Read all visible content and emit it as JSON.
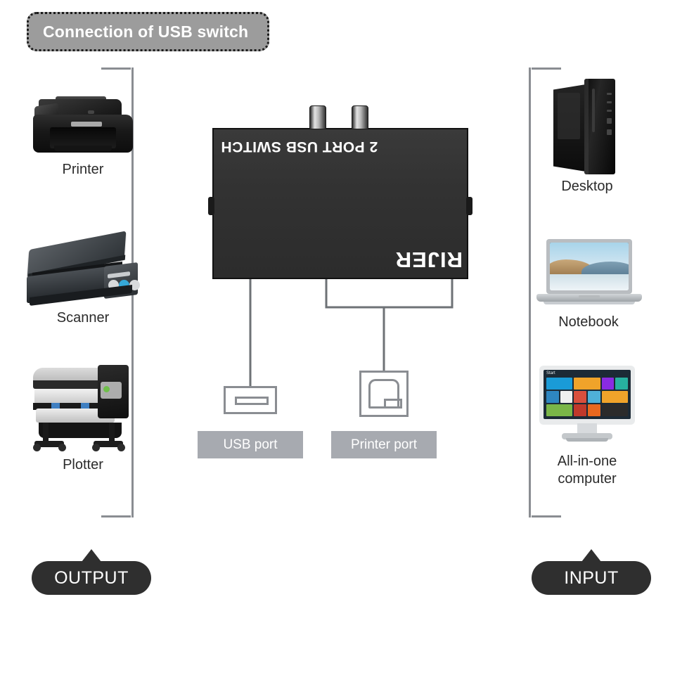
{
  "title": {
    "text": "Connection of USB switch",
    "bg_color": "#9c9c9c",
    "text_color": "#ffffff"
  },
  "device": {
    "model_label": "2 PORT USB SWITCH",
    "brand_label": "RIJER",
    "body_color": "#323232",
    "orientation": "rotated-180",
    "knob_count": 2,
    "side_tabs": 2
  },
  "ports": [
    {
      "id": "usb-port",
      "icon": "usb-type-a-icon",
      "label": "USB port",
      "label_bg": "#a7aab0"
    },
    {
      "id": "printer-port",
      "icon": "usb-type-b-icon",
      "label": "Printer port",
      "label_bg": "#a7aab0"
    }
  ],
  "output_group": {
    "badge_label": "OUTPUT",
    "badge_color": "#2f2f2f",
    "bracket_color": "#8a8d92",
    "devices": [
      {
        "label": "Printer",
        "icon": "printer-icon"
      },
      {
        "label": "Scanner",
        "icon": "scanner-icon"
      },
      {
        "label": "Plotter",
        "icon": "plotter-icon"
      }
    ]
  },
  "input_group": {
    "badge_label": "INPUT",
    "badge_color": "#2f2f2f",
    "bracket_color": "#8a8d92",
    "devices": [
      {
        "label": "Desktop",
        "icon": "desktop-tower-icon"
      },
      {
        "label": "Notebook",
        "icon": "laptop-icon"
      },
      {
        "label": "All-in-one\ncomputer",
        "icon": "all-in-one-pc-icon"
      }
    ]
  },
  "cable_color": "#6e7276"
}
